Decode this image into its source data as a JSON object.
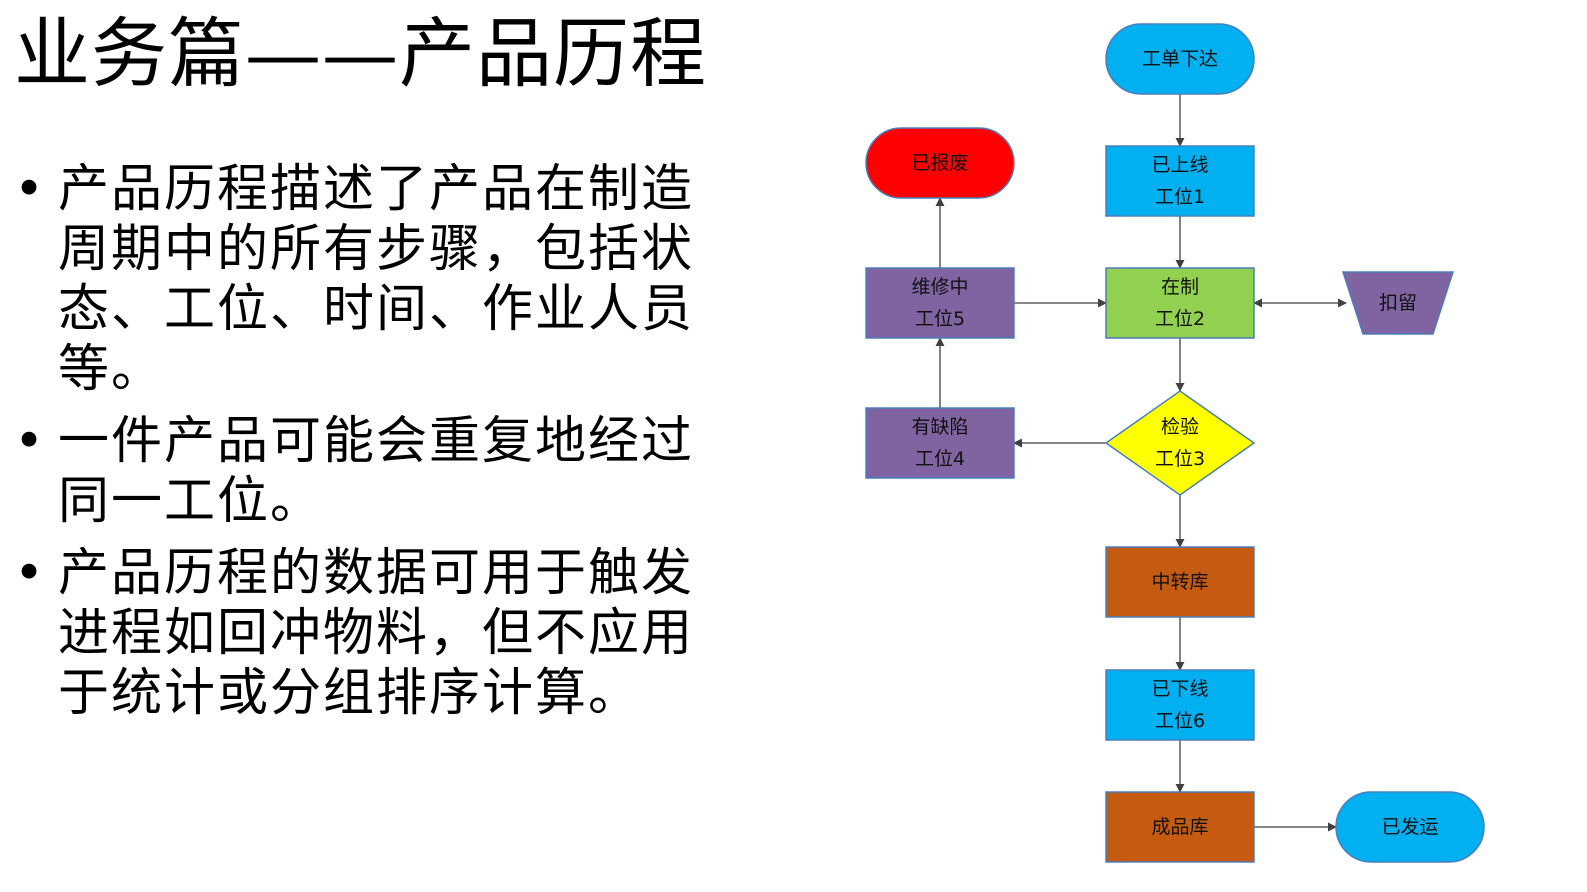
{
  "title": "业务篇——产品历程",
  "bullets": [
    [
      "产品历程描述了产品在制造",
      "周期中的所有步骤，包括状",
      "态、工位、时间、作业人员",
      "等。"
    ],
    [
      "一件产品可能会重复地经过",
      "同一工位。"
    ],
    [
      "产品历程的数据可用于触发",
      "进程如回冲物料，但不应用",
      "于统计或分组排序计算。"
    ]
  ],
  "colors": {
    "cyan": "#00B0F0",
    "red": "#FF0000",
    "purple": "#8064A2",
    "green": "#92D050",
    "yellow": "#FFFF00",
    "brown": "#C55A11",
    "stroke": "#4A7EBB",
    "arrow": "#404040"
  },
  "flow": {
    "nodes": [
      {
        "id": "order",
        "shape": "terminal",
        "color": "cyan",
        "lines": [
          "工单下达"
        ]
      },
      {
        "id": "scrapped",
        "shape": "terminal",
        "color": "red",
        "lines": [
          "已报废"
        ]
      },
      {
        "id": "online",
        "shape": "rect",
        "color": "cyan",
        "lines": [
          "已上线",
          "工位1"
        ]
      },
      {
        "id": "repair",
        "shape": "rect",
        "color": "purple",
        "lines": [
          "维修中",
          "工位5"
        ]
      },
      {
        "id": "wip",
        "shape": "rect",
        "color": "green",
        "lines": [
          "在制",
          "工位2"
        ]
      },
      {
        "id": "hold",
        "shape": "trapezoid",
        "color": "purple",
        "lines": [
          "扣留"
        ]
      },
      {
        "id": "defect",
        "shape": "rect",
        "color": "purple",
        "lines": [
          "有缺陷",
          "工位4"
        ]
      },
      {
        "id": "inspect",
        "shape": "diamond",
        "color": "yellow",
        "lines": [
          "检验",
          "工位3"
        ]
      },
      {
        "id": "transit",
        "shape": "rect",
        "color": "brown",
        "lines": [
          "中转库"
        ]
      },
      {
        "id": "offline",
        "shape": "rect",
        "color": "cyan",
        "lines": [
          "已下线",
          "工位6"
        ]
      },
      {
        "id": "finished",
        "shape": "rect",
        "color": "brown",
        "lines": [
          "成品库"
        ]
      },
      {
        "id": "shipped",
        "shape": "terminal",
        "color": "cyan",
        "lines": [
          "已发运"
        ]
      }
    ],
    "edges": [
      {
        "from": "order",
        "to": "online"
      },
      {
        "from": "online",
        "to": "wip"
      },
      {
        "from": "wip",
        "to": "inspect"
      },
      {
        "from": "inspect",
        "to": "defect"
      },
      {
        "from": "defect",
        "to": "repair"
      },
      {
        "from": "repair",
        "to": "scrapped"
      },
      {
        "from": "repair",
        "to": "wip"
      },
      {
        "from": "wip",
        "to": "hold",
        "bidirectional": true
      },
      {
        "from": "inspect",
        "to": "transit"
      },
      {
        "from": "transit",
        "to": "offline"
      },
      {
        "from": "offline",
        "to": "finished"
      },
      {
        "from": "finished",
        "to": "shipped"
      }
    ]
  }
}
